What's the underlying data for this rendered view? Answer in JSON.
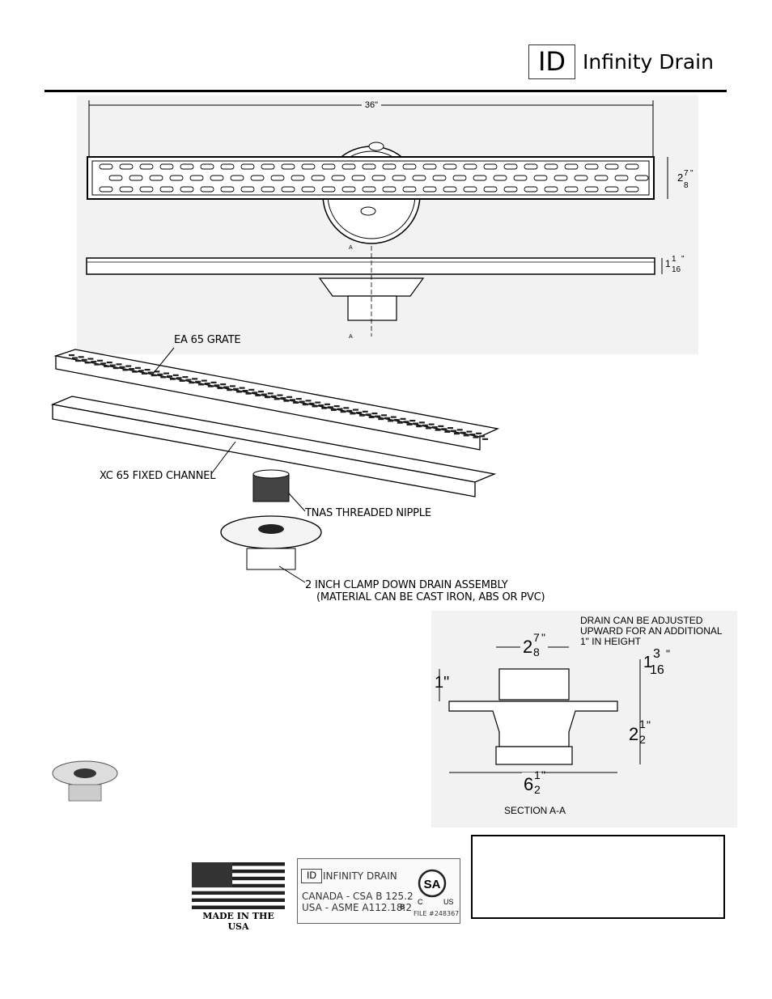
{
  "header": {
    "logo_mark": "ID",
    "brand_name": "Infinity Drain"
  },
  "top_view": {
    "dim_length": "36\"",
    "dim_width_whole": "2",
    "dim_width_num": "7",
    "dim_width_den": "8",
    "dim_width_mark": "\""
  },
  "side_view": {
    "dim_height_whole": "1",
    "dim_height_num": "1",
    "dim_height_den": "16",
    "dim_height_mark": "\"",
    "section_marker": "A"
  },
  "exploded_view": {
    "callouts": [
      "EA 65 GRATE",
      "XC 65 FIXED CHANNEL",
      "TNAS THREADED NIPPLE",
      "2 INCH CLAMP DOWN DRAIN ASSEMBLY",
      "(MATERIAL CAN BE CAST IRON, ABS OR PVC)"
    ]
  },
  "section_view": {
    "note_lines": [
      "DRAIN CAN BE ADJUSTED",
      "UPWARD FOR AN ADDITIONAL",
      "1\" IN HEIGHT"
    ],
    "dim_top": {
      "whole": "2",
      "num": "7",
      "den": "8",
      "mark": "\""
    },
    "dim_left": "1\"",
    "dim_adjust": {
      "whole": "1",
      "num": "3",
      "den": "16",
      "mark": "\""
    },
    "dim_right": {
      "whole": "2",
      "num": "1",
      "den": "2",
      "mark": "\""
    },
    "dim_bottom": {
      "whole": "6",
      "num": "1",
      "den": "2",
      "mark": "\""
    },
    "caption": "SECTION A-A"
  },
  "footer": {
    "flag_caption": "MADE IN THE USA",
    "cert": {
      "brand_mark": "ID",
      "brand_name": "INFINITY DRAIN",
      "line1": "CANADA - CSA B 125.2",
      "line2": "USA - ASME A112.18.2",
      "grade": "B",
      "csa_letters": "SA",
      "csa_c": "C",
      "csa_us": "US",
      "file_no": "FILE #248367"
    }
  }
}
